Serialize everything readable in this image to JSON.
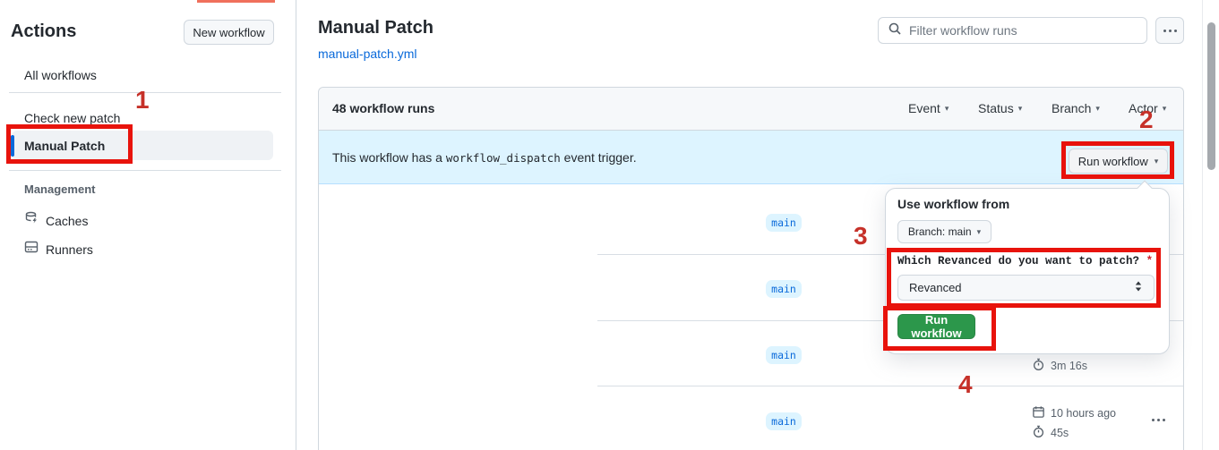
{
  "colors": {
    "accent_blue": "#0969da",
    "banner_blue": "#ddf4ff",
    "button_green": "#2c974b",
    "annotation_red": "#e8130c",
    "selected_item_bg": "#eff2f5"
  },
  "annotations": {
    "step1": "1",
    "step2": "2",
    "step3": "3",
    "step4": "4"
  },
  "sidebar": {
    "title": "Actions",
    "new_workflow_button": "New workflow",
    "items": [
      {
        "label": "All workflows",
        "selected": false
      },
      {
        "label": "Check new patch",
        "selected": false
      },
      {
        "label": "Manual Patch",
        "selected": true
      }
    ],
    "management": {
      "label": "Management",
      "items": [
        {
          "label": "Caches",
          "icon": "database-icon"
        },
        {
          "label": "Runners",
          "icon": "runner-icon"
        }
      ]
    }
  },
  "header": {
    "title": "Manual Patch",
    "workflow_file_link": "manual-patch.yml",
    "filter_placeholder": "Filter workflow runs",
    "kebab_icon": "horizontal-dots-icon"
  },
  "runs_table": {
    "count_label": "48 workflow runs",
    "filters": [
      {
        "label": "Event"
      },
      {
        "label": "Status"
      },
      {
        "label": "Branch"
      },
      {
        "label": "Actor"
      }
    ],
    "banner": {
      "text_before": "This workflow has a ",
      "code": "workflow_dispatch",
      "text_after": " event trigger.",
      "run_workflow_button": "Run workflow"
    },
    "rows": [
      {
        "branch": "main"
      },
      {
        "branch": "main"
      },
      {
        "branch": "main",
        "duration": "3m 16s"
      },
      {
        "branch": "main",
        "date": "10 hours ago",
        "duration": "45s"
      }
    ]
  },
  "run_dialog": {
    "use_workflow_from": "Use workflow from",
    "branch_selector": "Branch: main",
    "input_label": "Which Revanced do you want to patch?",
    "required_marker": "*",
    "select_value": "Revanced",
    "run_button": "Run workflow"
  }
}
